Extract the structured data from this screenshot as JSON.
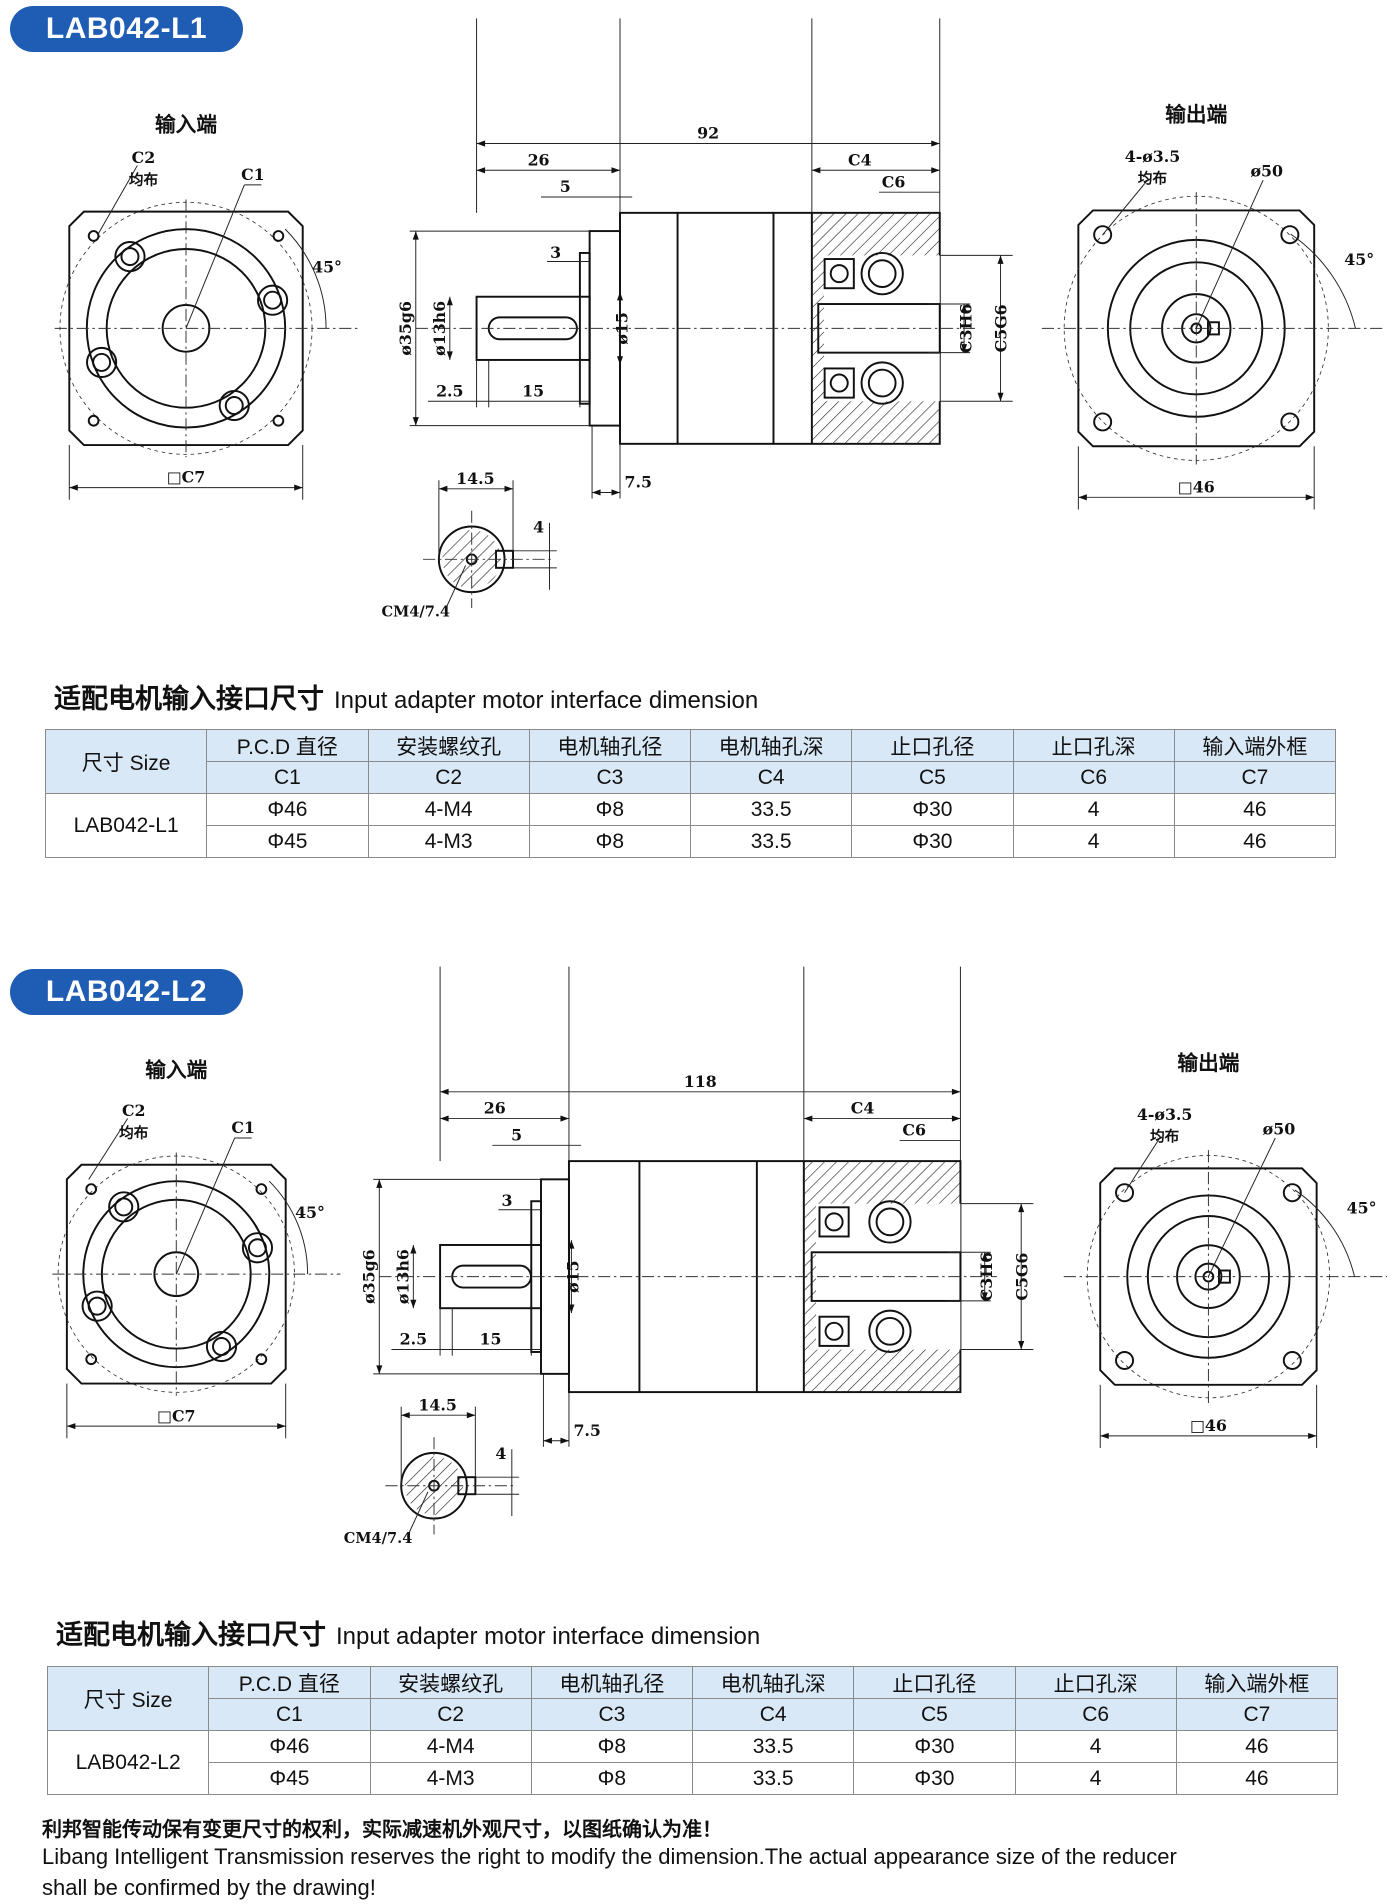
{
  "sections": [
    {
      "badge": "LAB042-L1",
      "heading_zh": "适配电机输入接口尺寸",
      "heading_en": "Input adapter motor interface dimension",
      "drawing": {
        "input_label": "输入端",
        "output_label": "输出端",
        "c2": "C2",
        "uniform": "均布",
        "c1": "C1",
        "angle": "45°",
        "c7": "□C7",
        "overall": "92",
        "d26": "26",
        "d5": "5",
        "c4": "C4",
        "c6": "C6",
        "d3": "3",
        "phi35": "ø35g6",
        "phi13": "ø13h6",
        "phi15": "ø15",
        "d25": "2.5",
        "d15": "15",
        "d75": "7.5",
        "c3": "C3H6",
        "c5": "C5G6",
        "key_w": "14.5",
        "key_h": "4",
        "key_note": "CM4/7.4",
        "holes": "4-ø3.5",
        "out_uniform": "均布",
        "phi50": "ø50",
        "out_angle": "45°",
        "sq46": "□46"
      },
      "table": {
        "size_header": "尺寸 Size",
        "headers_zh": [
          "P.C.D 直径",
          "安装螺纹孔",
          "电机轴孔径",
          "电机轴孔深",
          "止口孔径",
          "止口孔深",
          "输入端外框"
        ],
        "headers_code": [
          "C1",
          "C2",
          "C3",
          "C4",
          "C5",
          "C6",
          "C7"
        ],
        "model": "LAB042-L1",
        "rows": [
          [
            "Φ46",
            "4-M4",
            "Φ8",
            "33.5",
            "Φ30",
            "4",
            "46"
          ],
          [
            "Φ45",
            "4-M3",
            "Φ8",
            "33.5",
            "Φ30",
            "4",
            "46"
          ]
        ]
      }
    },
    {
      "badge": "LAB042-L2",
      "heading_zh": "适配电机输入接口尺寸",
      "heading_en": "Input adapter motor interface dimension",
      "drawing": {
        "input_label": "输入端",
        "output_label": "输出端",
        "c2": "C2",
        "uniform": "均布",
        "c1": "C1",
        "angle": "45°",
        "c7": "□C7",
        "overall": "118",
        "d26": "26",
        "d5": "5",
        "c4": "C4",
        "c6": "C6",
        "d3": "3",
        "phi35": "ø35g6",
        "phi13": "ø13h6",
        "phi15": "ø15",
        "d25": "2.5",
        "d15": "15",
        "d75": "7.5",
        "c3": "C3H6",
        "c5": "C5G6",
        "key_w": "14.5",
        "key_h": "4",
        "key_note": "CM4/7.4",
        "holes": "4-ø3.5",
        "out_uniform": "均布",
        "phi50": "ø50",
        "out_angle": "45°",
        "sq46": "□46"
      },
      "table": {
        "size_header": "尺寸 Size",
        "headers_zh": [
          "P.C.D 直径",
          "安装螺纹孔",
          "电机轴孔径",
          "电机轴孔深",
          "止口孔径",
          "止口孔深",
          "输入端外框"
        ],
        "headers_code": [
          "C1",
          "C2",
          "C3",
          "C4",
          "C5",
          "C6",
          "C7"
        ],
        "model": "LAB042-L2",
        "rows": [
          [
            "Φ46",
            "4-M4",
            "Φ8",
            "33.5",
            "Φ30",
            "4",
            "46"
          ],
          [
            "Φ45",
            "4-M3",
            "Φ8",
            "33.5",
            "Φ30",
            "4",
            "46"
          ]
        ]
      }
    }
  ],
  "footer": {
    "zh": "利邦智能传动保有变更尺寸的权利，实际减速机外观尺寸，以图纸确认为准！",
    "en_line1": "Libang Intelligent Transmission reserves the right to modify the dimension.The actual appearance size of the reducer",
    "en_line2": "shall be confirmed by the drawing!"
  }
}
